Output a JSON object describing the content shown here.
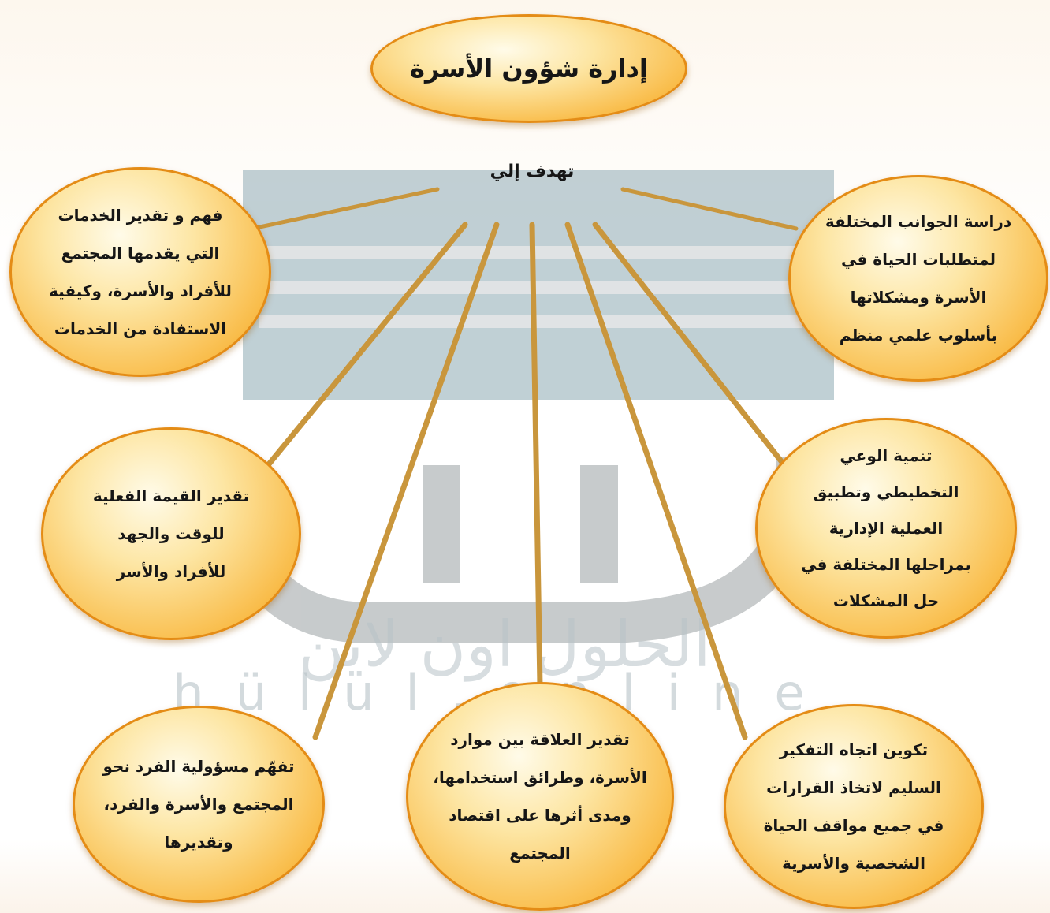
{
  "title": "إدارة شؤون الأسرة",
  "subtitle": "تهدف إلي",
  "watermark": {
    "arabic": "الحلول اون لاين",
    "latin": "hülul.online"
  },
  "goals": [
    {
      "id": "left-top",
      "text": "فهم و تقدير الخدمات\nالتي يقدمها المجتمع\nللأفراد والأسرة، وكيفية\nالاستفادة من الخدمات"
    },
    {
      "id": "right-top",
      "text": "دراسة الجوانب المختلفة\nلمتطلبات الحياة في\nالأسرة ومشكلاتها\nبأسلوب علمي منظم"
    },
    {
      "id": "left-middle",
      "text": "تقدير القيمة الفعلية\nللوقت والجهد\nللأفراد والأسر"
    },
    {
      "id": "right-middle",
      "text": "تنمية الوعي\nالتخطيطي وتطبيق\nالعملية الإدارية\nبمراحلها المختلفة في\nحل المشكلات"
    },
    {
      "id": "bottom-left",
      "text": "تفهّم مسؤولية الفرد نحو\nالمجتمع والأسرة والفرد،\nوتقديرها"
    },
    {
      "id": "bottom-center",
      "text": "تقدير العلاقة بين موارد\nالأسرة، وطرائق استخدامها،\nومدى أثرها على اقتصاد\nالمجتمع"
    },
    {
      "id": "bottom-right",
      "text": "تكوين اتجاه التفكير\nالسليم لاتخاذ القرارات\nفي جميع مواقف الحياة\nالشخصية والأسرية"
    }
  ],
  "colors": {
    "node_fill": "#f9bd4b",
    "node_border": "#e48c16",
    "connector": "#c9963c"
  }
}
